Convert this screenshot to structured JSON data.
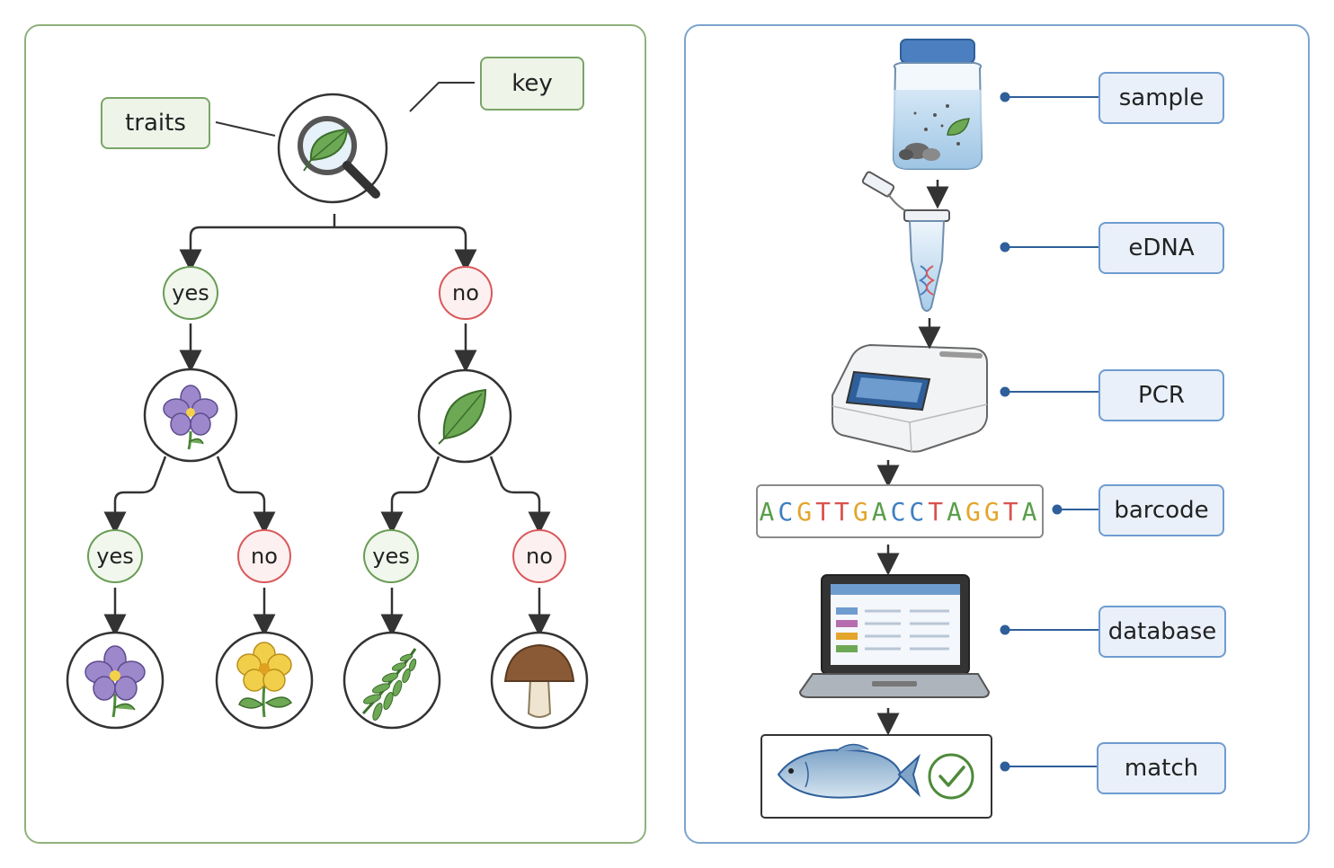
{
  "left_panel": {
    "traits_label": "traits",
    "key_label": "key",
    "level1": {
      "left": "yes",
      "right": "no"
    },
    "level2": [
      {
        "left": "yes",
        "right": "no"
      },
      {
        "left": "yes",
        "right": "no"
      }
    ],
    "icons": {
      "root": "magnifier-leaf-icon",
      "node_left": "violet-flower-icon",
      "node_right": "leaf-icon",
      "leaf_1": "violet-flower-icon",
      "leaf_2": "yellow-flower-icon",
      "leaf_3": "fern-icon",
      "leaf_4": "mushroom-icon"
    }
  },
  "right_panel": {
    "labels": [
      "sample",
      "eDNA",
      "PCR",
      "barcode",
      "database",
      "match"
    ],
    "barcode": {
      "letters": [
        "A",
        "C",
        "G",
        "T",
        "T",
        "G",
        "A",
        "C",
        "C",
        "T",
        "A",
        "G",
        "G",
        "T",
        "A"
      ],
      "colors": [
        "#5a9e4a",
        "#3f7fc2",
        "#e3a52b",
        "#d9534f",
        "#d9534f",
        "#e3a52b",
        "#5a9e4a",
        "#3f7fc2",
        "#3f7fc2",
        "#d9534f",
        "#5a9e4a",
        "#e3a52b",
        "#e3a52b",
        "#d9534f",
        "#5a9e4a"
      ]
    },
    "icons": {
      "sample": "sample-jar-icon",
      "edna": "test-tube-dna-icon",
      "pcr": "pcr-machine-icon",
      "database": "laptop-database-icon",
      "match": "fish-icon",
      "check": "check-circle-icon"
    }
  },
  "colors": {
    "green_border": "#7aa567",
    "blue_border": "#6f9ccf",
    "yes_border": "#6a9c56",
    "no_border": "#d9595c",
    "arrow": "#333333",
    "connector": "#2f5f9a"
  }
}
